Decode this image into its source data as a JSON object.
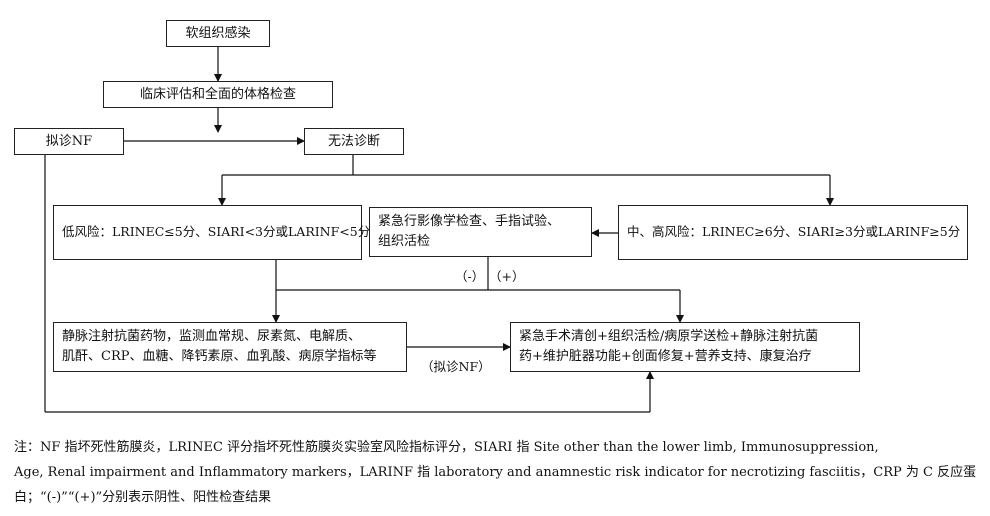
{
  "nodes": {
    "soft_tissue": "软组织感染",
    "clinical_eval": "临床评估和全面的体格检查",
    "suspect_nf": "拟诊NF",
    "cannot_diagnose": "无法诊断",
    "low_risk": "低风险：LRINEC≤5分、SIARI<3分或LARINF<5分",
    "urgent_imaging": [
      "紧急行影像学检查、手指试验、",
      "组织活检"
    ],
    "mid_high_risk": "中、高风险：LRINEC≥6分、SIARI≥3分或LARINF≥5分",
    "iv_antibiotics": [
      "静脉注射抗菌药物，监测血常规、尿素氮、电解质、",
      "肌酐、CRP、血糖、降钙素原、血乳酸、病原学指标等"
    ],
    "urgent_surgery": [
      "紧急手术清创+组织活检/病原学送检+静脉注射抗菌",
      "药+维护脏器功能+创面修复+营养支持、康复治疗"
    ]
  },
  "edge_labels": {
    "negative": "（-）",
    "positive": "（+）",
    "suspect_nf_mid": "（拟诊NF）"
  },
  "footnote": {
    "line1": "注：NF 指坏死性筋膜炎，LRINEC 评分指坏死性筋膜炎实验室风险指标评分，SIARI 指 Site other than the lower limb, Immunosuppression,",
    "line2": "Age, Renal impairment and Inflammatory markers，LARINF 指 laboratory and anamnestic risk indicator for necrotizing fasciitis，CRP 为 C 反应蛋",
    "line3": "白；“(-)”“(+)”分别表示阴性、阳性检查结果"
  }
}
